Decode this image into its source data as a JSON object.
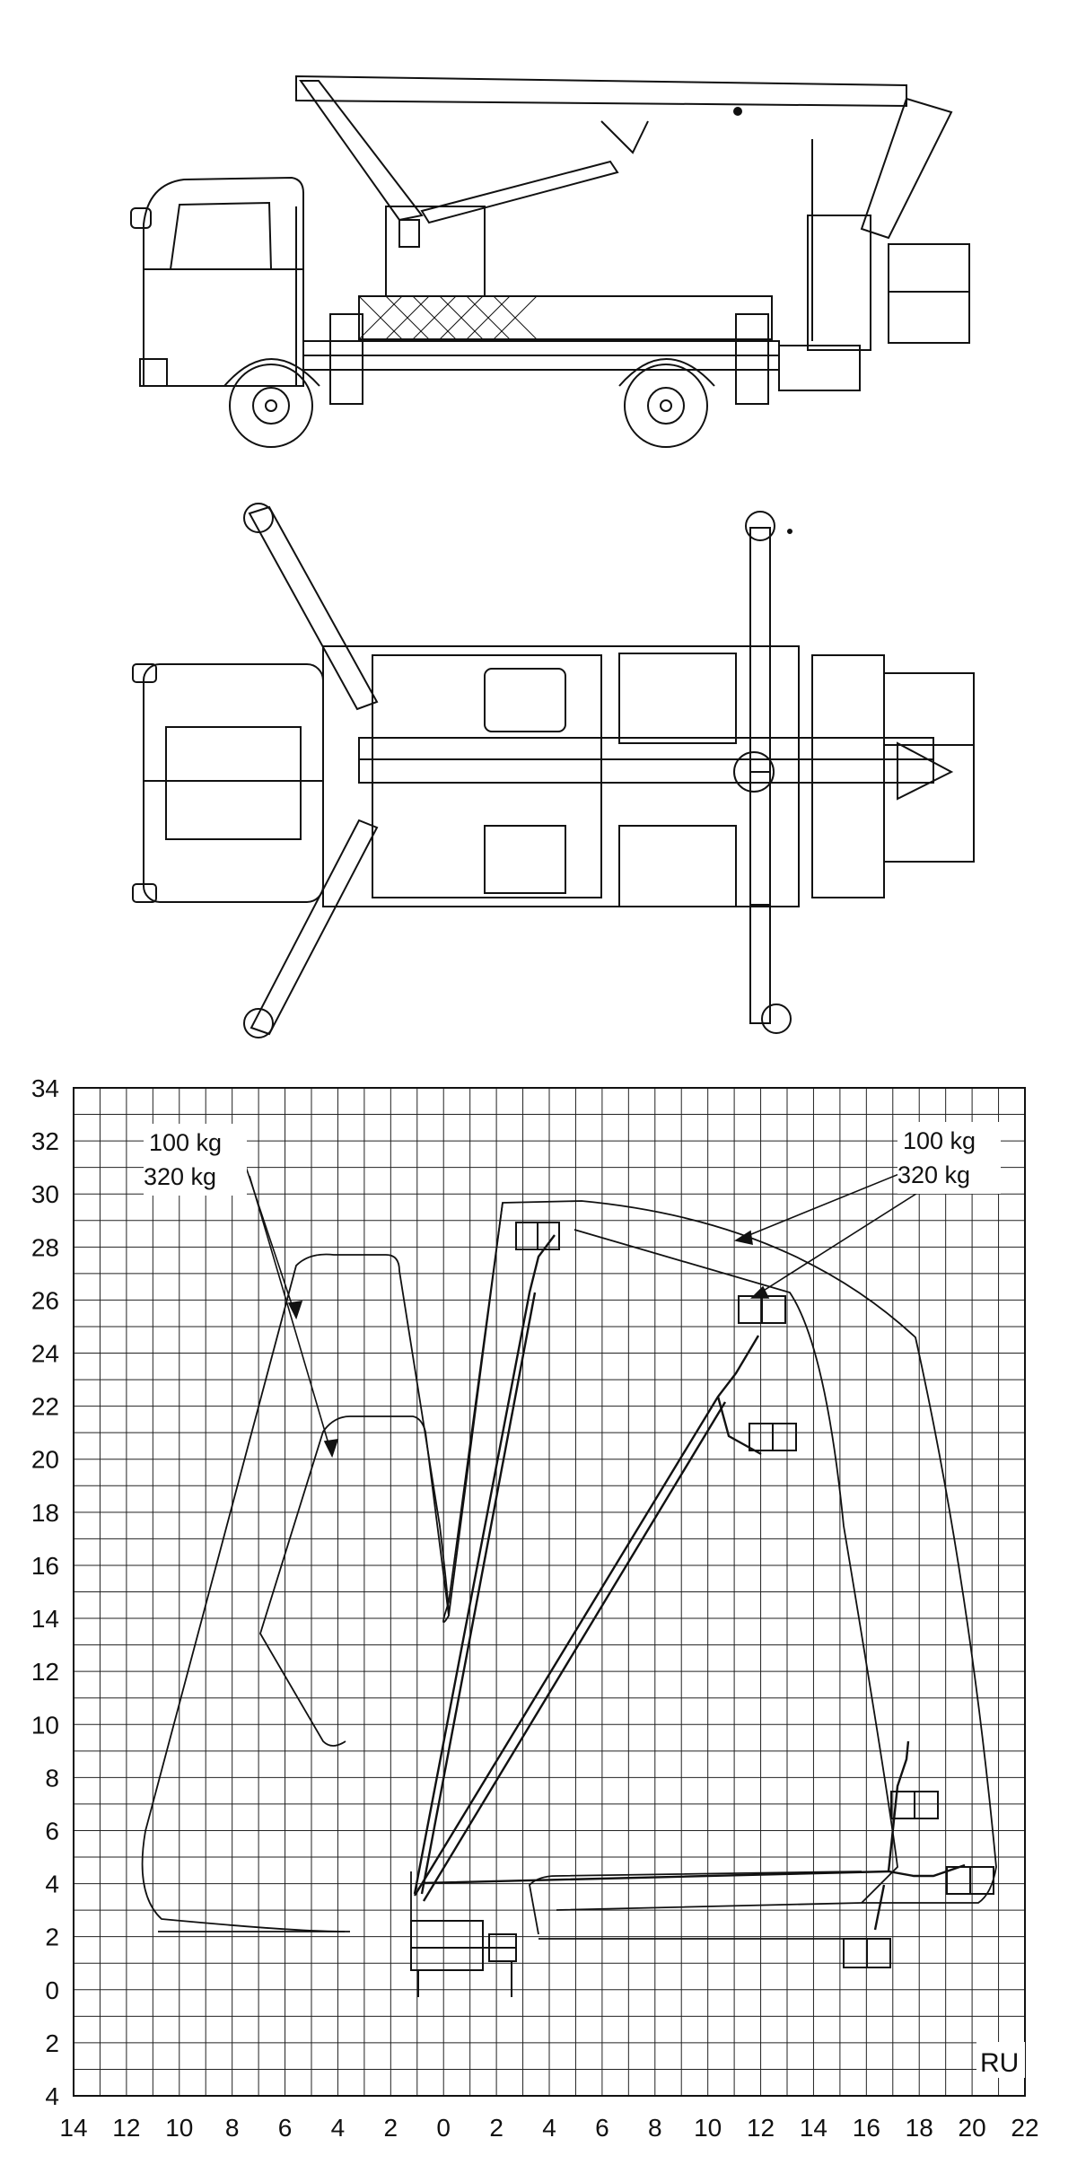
{
  "figure": {
    "grid": {
      "x_ticks": [
        "14",
        "12",
        "10",
        "8",
        "6",
        "4",
        "2",
        "0",
        "2",
        "4",
        "6",
        "8",
        "10",
        "12",
        "14",
        "16",
        "18",
        "20",
        "22"
      ],
      "y_ticks": [
        "34",
        "32",
        "30",
        "28",
        "26",
        "24",
        "22",
        "20",
        "18",
        "16",
        "14",
        "12",
        "10",
        "8",
        "6",
        "4",
        "2",
        "0",
        "2",
        "4"
      ],
      "x_range": [
        -14,
        22
      ],
      "y_range": [
        -4,
        34
      ],
      "grid_lines": true
    },
    "annotations": {
      "left_line1": "100 kg",
      "left_line2": "320 kg",
      "right_line1": "100 kg",
      "right_line2": "320 kg"
    },
    "code": "RU",
    "colors": {
      "ink": "#111111",
      "background": "#ffffff"
    }
  }
}
